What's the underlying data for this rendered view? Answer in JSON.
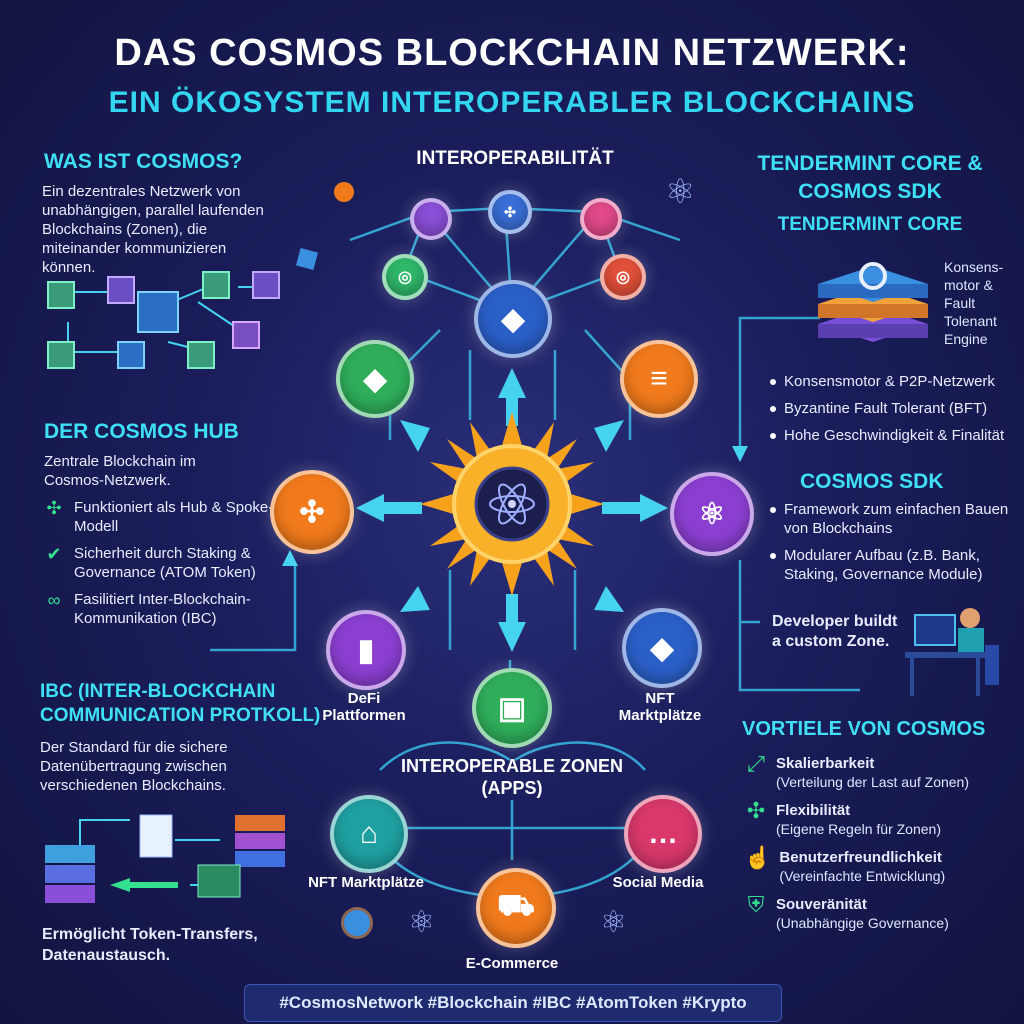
{
  "header": {
    "title": "DAS COSMOS BLOCKCHAIN NETZWERK:",
    "subtitle": "EIN ÖKOSYSTEM INTEROPERABLER BLOCKCHAINS"
  },
  "what_is": {
    "heading": "WAS IST COSMOS?",
    "text": "Ein dezentrales Netzwerk von unabhängigen, parallel laufenden Blockchains (Zonen), die miteinander kommunizieren können."
  },
  "hub": {
    "heading": "DER COSMOS HUB",
    "intro": "Zentrale Blockchain im Cosmos-Netzwerk.",
    "items": [
      {
        "icon": "hub-spoke-icon",
        "text": "Funktioniert als Hub & Spoke-Modell"
      },
      {
        "icon": "shield-check-icon",
        "text": "Sicherheit durch Staking & Governance (ATOM Token)"
      },
      {
        "icon": "link-icon",
        "text": "Fasilitiert Inter-Blockchain-Kommunikation (IBC)"
      }
    ]
  },
  "ibc": {
    "heading": "IBC (INTER-BLOCKCHAIN COMMUNICATION PROTKOLL)",
    "text": "Der Standard für die sichere Datenübertragung zwischen verschiedenen Blockchains.",
    "caption": "Ermöglicht Token-Transfers, Datenaustausch."
  },
  "center": {
    "top_label": "INTEROPERABILITÄT",
    "zones_label": "INTEROPERABLE ZONEN (APPS)",
    "defi": "DeFi Plattformen",
    "nft_right": "NFT Marktplätze",
    "nft_left": "NFT Marktplätze",
    "social": "Social Media",
    "ecommerce": "E-Commerce"
  },
  "tendermint": {
    "heading": "TENDERMINT CORE & COSMOS SDK",
    "subheading": "TENDERMINT CORE",
    "stack_caption": "Konsens-motor & Fault Tolenant Engine",
    "bullets": [
      "Konsensmotor & P2P-Netzwerk",
      "Byzantine Fault Tolerant (BFT)",
      "Hohe Geschwindigkeit & Finalität"
    ]
  },
  "sdk": {
    "heading": "COSMOS SDK",
    "bullets": [
      "Framework zum einfachen Bauen von Blockchains",
      "Modularer Aufbau (z.B. Bank, Staking, Governance Module)"
    ],
    "developer": "Developer buildt a custom Zone."
  },
  "advantages": {
    "heading": "VORTIELE VON COSMOS",
    "items": [
      {
        "icon": "expand-icon",
        "title": "Skalierbarkeit",
        "desc": "(Verteilung der Last auf Zonen)"
      },
      {
        "icon": "network-icon",
        "title": "Flexibilität",
        "desc": "(Eigene Regeln für Zonen)"
      },
      {
        "icon": "pointer-icon",
        "title": "Benutzerfreundlichkeit",
        "desc": "(Vereinfachte Entwicklung)"
      },
      {
        "icon": "shield-icon",
        "title": "Souveränität",
        "desc": "(Unabhängige Governance)"
      }
    ]
  },
  "footer": {
    "hashtags": "#CosmosNetwork #Blockchain #IBC #AtomToken #Krypto"
  },
  "colors": {
    "accent": "#33d6f0",
    "background": "#1a1d5a",
    "sun": "#f7a21c"
  }
}
